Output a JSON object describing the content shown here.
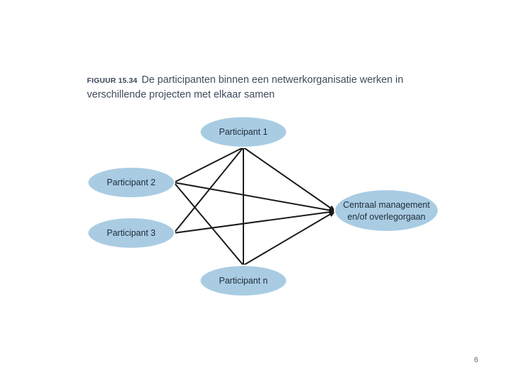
{
  "figure": {
    "label": "FIGUUR 15.34",
    "caption": "De participanten binnen een netwerkorganisatie werken in verschillende projecten met elkaar samen"
  },
  "nodes": {
    "participant_1": "Participant 1",
    "participant_2": "Participant 2",
    "participant_3": "Participant 3",
    "participant_n": "Participant n",
    "central_line1": "Centraal management",
    "central_line2": "en/of overlegorgaan"
  },
  "colors": {
    "node_fill": "#a9cce3",
    "node_stroke": "#ffffff",
    "edge": "#1a1a1a",
    "caption_text": "#3f4b5c"
  },
  "page": {
    "number": "6"
  }
}
